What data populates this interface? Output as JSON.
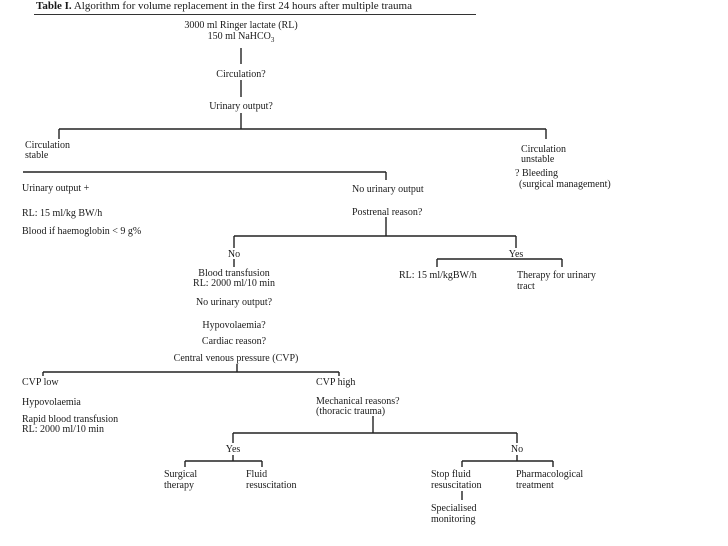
{
  "title": {
    "label": "Table I.",
    "text": "Algorithm for volume replacement in the first 24 hours after multiple trauma"
  },
  "nodes": {
    "start_line1": "3000 ml Ringer lactate (RL)",
    "start_line2": "150 ml NaHCO",
    "start_line2_sub": "3",
    "circulation": "Circulation?",
    "urinary_output_q": "Urinary output?",
    "circ_stable_1": "Circulation",
    "circ_stable_2": "stable",
    "circ_unstable_1": "Circulation",
    "circ_unstable_2": "unstable",
    "bleeding_1": "? Bleeding",
    "bleeding_2": "(surgical management)",
    "urinary_plus": "Urinary output +",
    "rl_15_bw": "RL: 15 ml/kg BW/h",
    "blood_if_hb": "Blood if haemoglobin < 9 g%",
    "no_urinary_output": "No urinary output",
    "postrenal": "Postrenal reason?",
    "no_1": "No",
    "yes_1": "Yes",
    "blood_transfusion": "Blood transfusion",
    "rl_2000": "RL: 2000 ml/10 min",
    "no_urinary_output_q": "No urinary output?",
    "hypovolaemia_q": "Hypovolaemia?",
    "cardiac_q": "Cardiac reason?",
    "cvp_q": "Central venous pressure (CVP)",
    "rl_15_kgbw": "RL: 15 ml/kgBW/h",
    "therapy_urinary_1": "Therapy for urinary",
    "therapy_urinary_2": "tract",
    "cvp_low": "CVP low",
    "hypovolaemia": "Hypovolaemia",
    "rapid_bt": "Rapid blood transfusion",
    "rl_2000_b": "RL: 2000 ml/10 min",
    "cvp_high": "CVP high",
    "mechanical_1": "Mechanical reasons?",
    "mechanical_2": "(thoracic trauma)",
    "yes_2": "Yes",
    "no_2": "No",
    "surgical_1": "Surgical",
    "surgical_2": "therapy",
    "fluid_resus_1": "Fluid",
    "fluid_resus_2": "resuscitation",
    "stop_fluid_1": "Stop fluid",
    "stop_fluid_2": "resuscitation",
    "pharma_1": "Pharmacological",
    "pharma_2": "treatment",
    "specialised_1": "Specialised",
    "specialised_2": "monitoring"
  }
}
